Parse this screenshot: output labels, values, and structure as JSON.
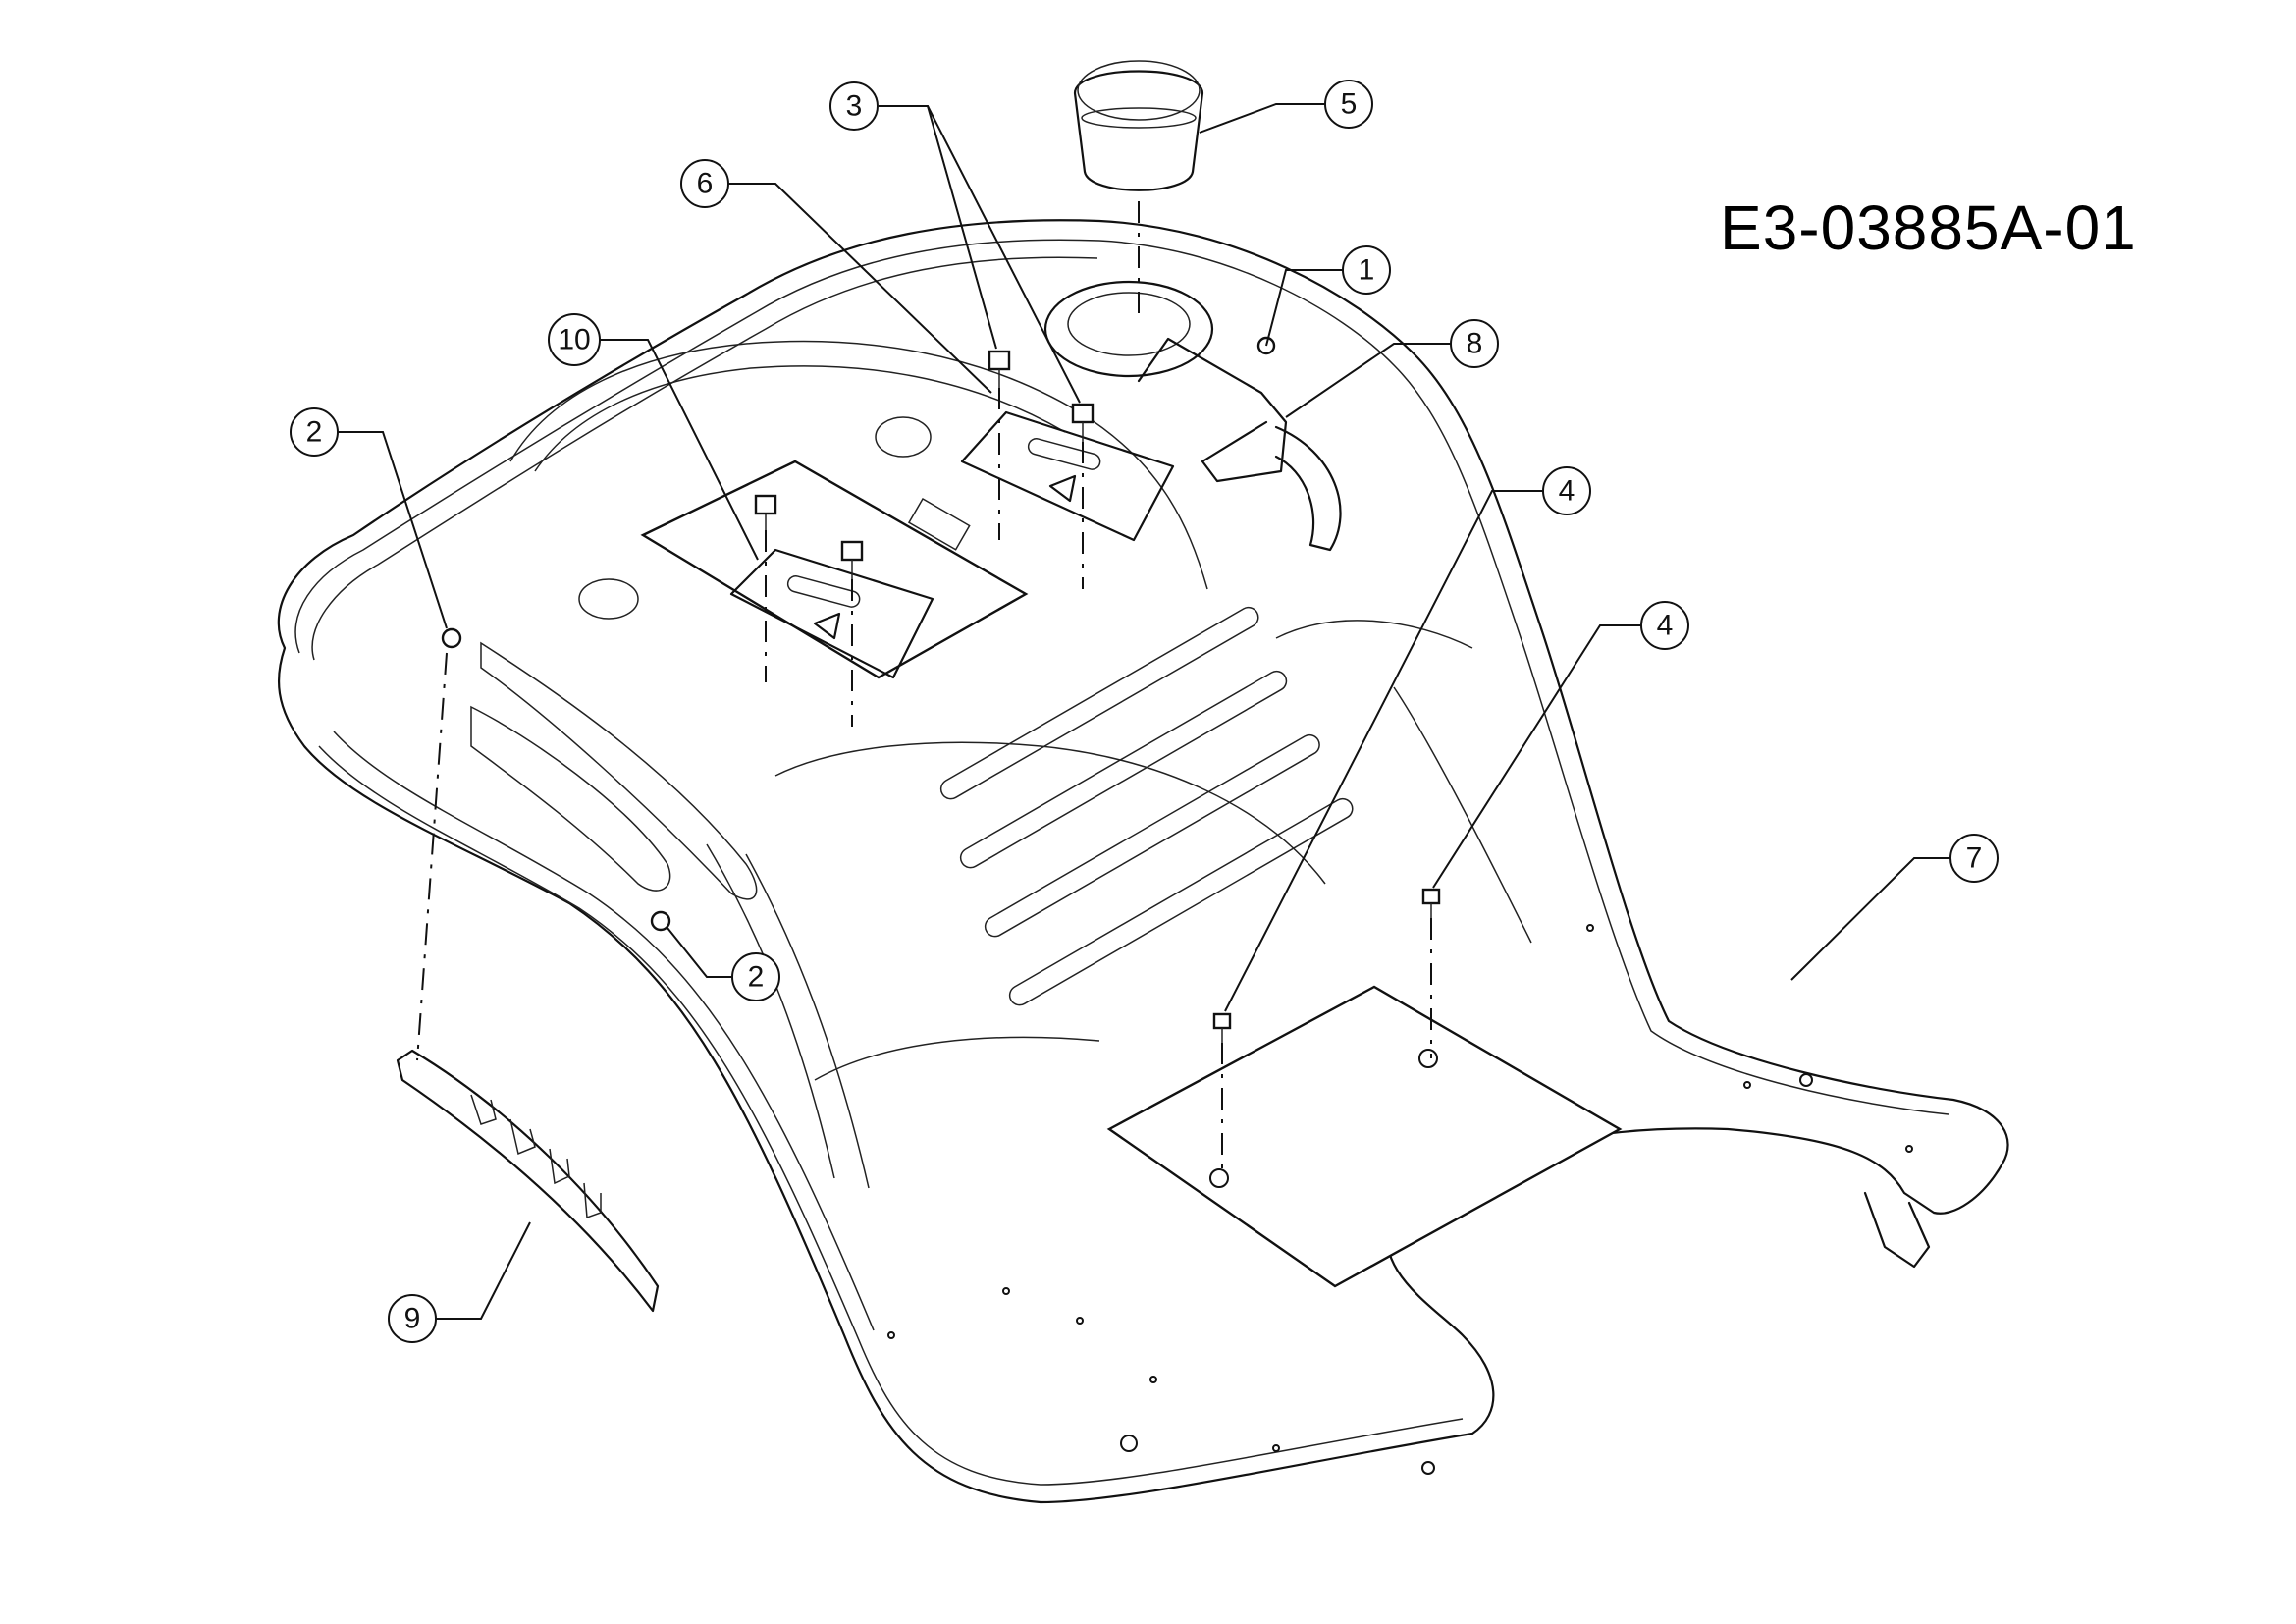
{
  "diagram": {
    "part_number": "E3-03885A-01",
    "callouts": [
      {
        "id": "c1",
        "label": "1"
      },
      {
        "id": "c2a",
        "label": "2"
      },
      {
        "id": "c2b",
        "label": "2"
      },
      {
        "id": "c3",
        "label": "3"
      },
      {
        "id": "c4a",
        "label": "4"
      },
      {
        "id": "c4b",
        "label": "4"
      },
      {
        "id": "c5",
        "label": "5"
      },
      {
        "id": "c6",
        "label": "6"
      },
      {
        "id": "c7",
        "label": "7"
      },
      {
        "id": "c8",
        "label": "8"
      },
      {
        "id": "c9",
        "label": "9"
      },
      {
        "id": "c10",
        "label": "10"
      }
    ]
  }
}
